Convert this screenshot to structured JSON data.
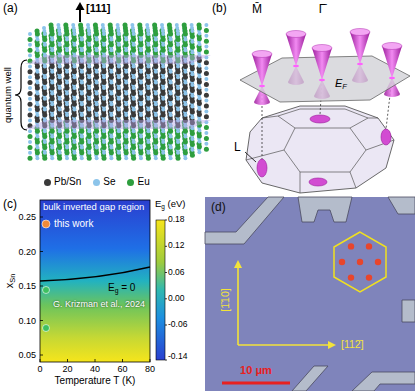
{
  "diagram": {
    "labels": [
      "(a)",
      "[111]",
      "quantum well",
      "(b)",
      "M̄",
      "Γ̄",
      "EF",
      "L",
      "(c)",
      "bulk inverted gap region",
      "this work",
      "G. Krizman et al., 2024",
      "Eg = 0",
      "xSn",
      "0.05",
      "0.10",
      "0.15",
      "0.20",
      "0.25",
      "0",
      "20",
      "40",
      "60",
      "80",
      "Temperature T (K)",
      "Eg (eV)",
      "0.18",
      "0.12",
      "0.06",
      "0.00",
      "-0.06",
      "-0.14",
      "(d)",
      "[1̄10]",
      "[112̄]",
      "10 μm"
    ],
    "legend": [
      {
        "text": "Pb/Sn",
        "color": "#3a3a3a"
      },
      {
        "text": "Se",
        "color": "#8cc4ea"
      },
      {
        "text": "Eu",
        "color": "#2e9e3e"
      }
    ]
  }
}
